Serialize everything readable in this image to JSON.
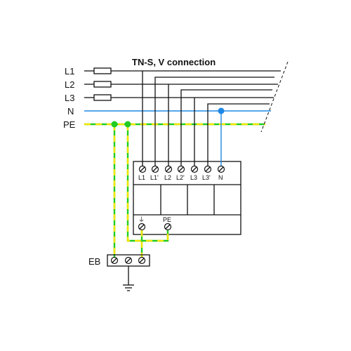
{
  "diagram": {
    "title": "TN-S, V connection",
    "lines": [
      "L1",
      "L2",
      "L3",
      "N",
      "PE"
    ],
    "terminals": [
      "L1",
      "L1'",
      "L2",
      "L2'",
      "L3",
      "L3'",
      "N"
    ],
    "bottom_terminals": {
      "ground": "⏚",
      "pe": "PE"
    },
    "earth_bar": "EB",
    "colors": {
      "conductor": "#111111",
      "neutral": "#1e88e5",
      "pe_green": "#22cc22",
      "pe_yellow": "#f2e600"
    }
  }
}
